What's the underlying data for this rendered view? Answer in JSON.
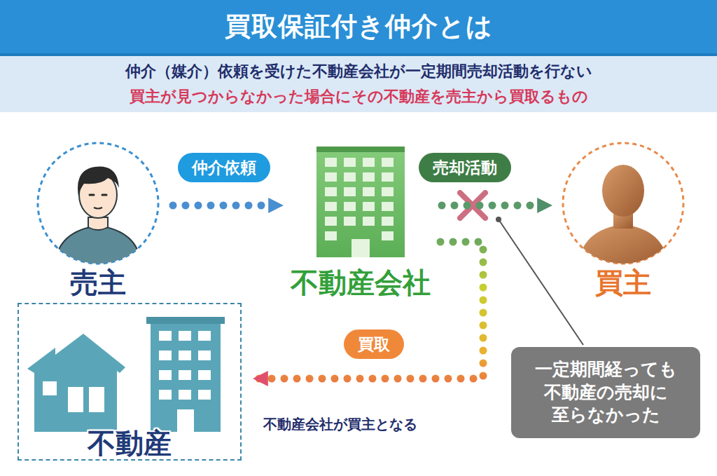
{
  "diagram": {
    "title": "買取保証付き仲介とは",
    "nodes": [
      {
        "text": [
          "仲介（媒介）依頼を受けた不動産会社が一定期間売却活動を行ない",
          "買主が見つからなかった場合にその不動産を売主から買取るもの"
        ]
      },
      {
        "text": [
          "売主"
        ]
      },
      {
        "text": [
          "不動産会社"
        ]
      },
      {
        "text": [
          "買主"
        ]
      },
      {
        "text": [
          "不動産"
        ]
      },
      {
        "text": [
          "一定期間経っても 不動産の売却に 至らなかった"
        ]
      }
    ],
    "edges": [
      {
        "from": 1,
        "to": 2,
        "label": "仲介依頼",
        "arrow": "to"
      },
      {
        "from": 2,
        "to": 3,
        "label": "売却活動",
        "arrow": "to"
      },
      {
        "from": 2,
        "to": 4,
        "label": "買取",
        "arrow": "to"
      }
    ],
    "labels": [
      "不動産会社が買主となる"
    ]
  }
}
